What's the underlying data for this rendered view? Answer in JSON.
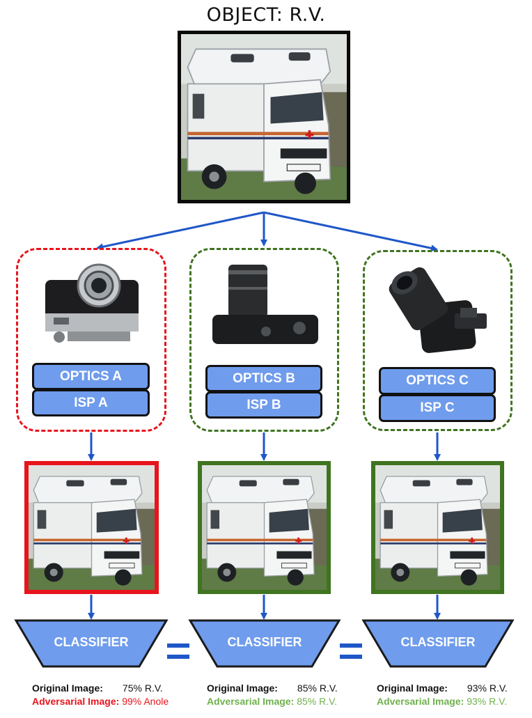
{
  "title": "OBJECT: R.V.",
  "colors": {
    "arrow": "#1f57c8",
    "pill": "#6f9cec",
    "red": "#e8141c",
    "green": "#3f7420",
    "label_green": "#6fb04d"
  },
  "cameras": [
    {
      "id": "a",
      "optics": "OPTICS A",
      "isp": "ISP A",
      "status": "adversarial"
    },
    {
      "id": "b",
      "optics": "OPTICS B",
      "isp": "ISP B",
      "status": "robust"
    },
    {
      "id": "c",
      "optics": "OPTICS C",
      "isp": "ISP C",
      "status": "robust"
    }
  ],
  "classifier_label": "CLASSIFIER",
  "results": [
    {
      "orig_label": "Original Image:",
      "orig_value": "75% R.V.",
      "adv_label": "Adversarial Image:",
      "adv_value": "99% Anole"
    },
    {
      "orig_label": "Original Image:",
      "orig_value": "85% R.V.",
      "adv_label": "Adversarial Image:",
      "adv_value": "85% R.V."
    },
    {
      "orig_label": "Original Image:",
      "orig_value": "93% R.V.",
      "adv_label": "Adversarial Image:",
      "adv_value": "93% R.V."
    }
  ]
}
